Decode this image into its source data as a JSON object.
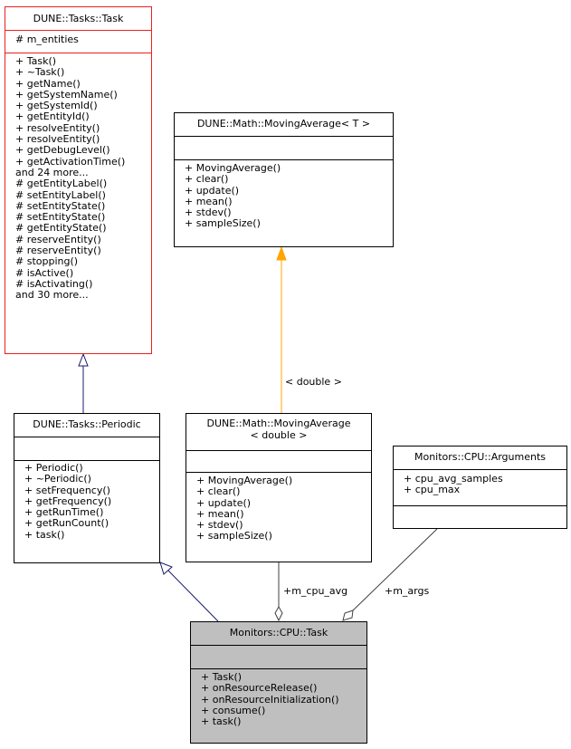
{
  "classes": {
    "task_base": {
      "name": "DUNE::Tasks::Task",
      "attributes": [
        "# m_entities"
      ],
      "methods": [
        "+ Task()",
        "+ ~Task()",
        "+ getName()",
        "+ getSystemName()",
        "+ getSystemId()",
        "+ getEntityId()",
        "+ resolveEntity()",
        "+ resolveEntity()",
        "+ getDebugLevel()",
        "+ getActivationTime()",
        "and 24 more...",
        "# getEntityLabel()",
        "# setEntityLabel()",
        "# setEntityState()",
        "# setEntityState()",
        "# getEntityState()",
        "# reserveEntity()",
        "# reserveEntity()",
        "# stopping()",
        "# isActive()",
        "# isActivating()",
        "and 30 more..."
      ]
    },
    "moving_average_t": {
      "name": "DUNE::Math::MovingAverage< T >",
      "attributes": [],
      "methods": [
        "+ MovingAverage()",
        "+ clear()",
        "+ update()",
        "+ mean()",
        "+ stdev()",
        "+ sampleSize()"
      ]
    },
    "periodic": {
      "name": "DUNE::Tasks::Periodic",
      "attributes": [],
      "methods": [
        "+ Periodic()",
        "+ ~Periodic()",
        "+ setFrequency()",
        "+ getFrequency()",
        "+ getRunTime()",
        "+ getRunCount()",
        "+ task()"
      ]
    },
    "moving_average_double": {
      "name_line1": "DUNE::Math::MovingAverage",
      "name_line2": "< double >",
      "attributes": [],
      "methods": [
        "+ MovingAverage()",
        "+ clear()",
        "+ update()",
        "+ mean()",
        "+ stdev()",
        "+ sampleSize()"
      ]
    },
    "arguments": {
      "name": "Monitors::CPU::Arguments",
      "attributes": [
        "+ cpu_avg_samples",
        "+ cpu_max"
      ],
      "methods": []
    },
    "cpu_task": {
      "name": "Monitors::CPU::Task",
      "attributes": [],
      "methods": [
        "+ Task()",
        "+ onResourceRelease()",
        "+ onResourceInitialization()",
        "+ consume()",
        "+ task()"
      ]
    }
  },
  "edge_labels": {
    "template_binding": "< double >",
    "m_cpu_avg": "+m_cpu_avg",
    "m_args": "+m_args"
  },
  "colors": {
    "inheritance": "#191970",
    "template": "#ffa500",
    "usage": "#404040",
    "highlight_border": "#e82020",
    "focus_fill": "#bfbfbf"
  }
}
